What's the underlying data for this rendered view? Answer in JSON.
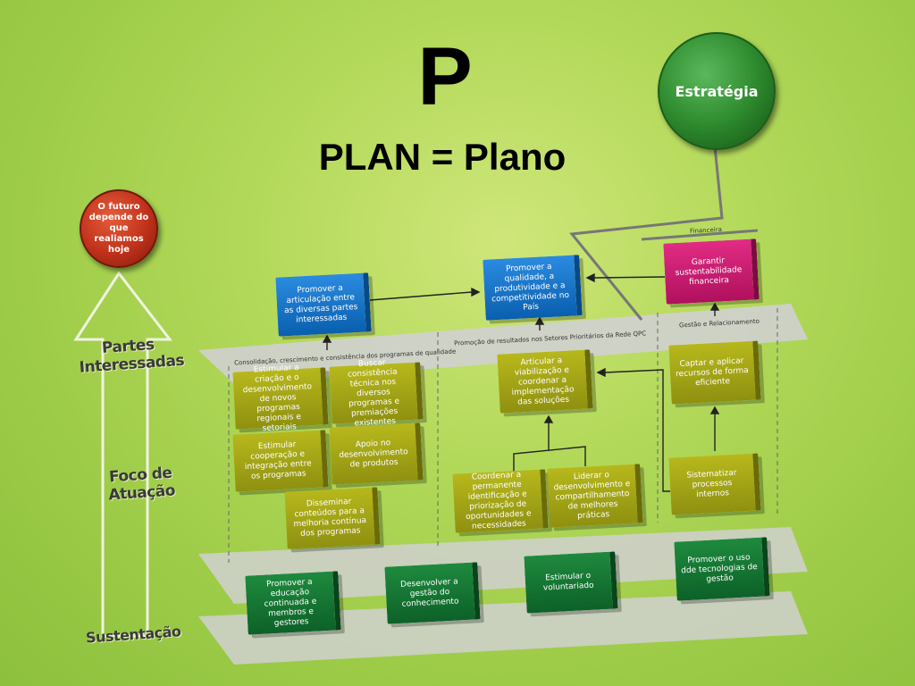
{
  "title": {
    "letter": "P",
    "subtitle": "PLAN = Plano"
  },
  "strategy_circle": {
    "label": "Estratégia",
    "color": "#2e8b2e"
  },
  "future_circle": {
    "label": "O futuro depende do que realiamos hoje",
    "color": "#c0311a"
  },
  "side_labels": {
    "stakeholders": "Partes Interessadas",
    "focus": "Foco de Atuação",
    "sustain": "Sustentação"
  },
  "band_labels": {
    "financial": "Financeira",
    "consolidation": "Consolidação, crescimento e consistência dos programas de qualidade",
    "promotion": "Promoção de resultados nos Setores Prioritários da Rede QPC",
    "management": "Gestão e Relacionamento"
  },
  "boxes": {
    "articulation": "Promover a articulação entre as diversas partes interessadas",
    "quality": "Promover a qualidade, a produtividade e a competitividade no País",
    "financial": "Garantir sustentabilidade financeira",
    "stimulate_creation": "Estimular a criação e o desenvolvimento de novos programas regionais e setoriais",
    "consistency": "Buscar consistência técnica nos diversos programas e premiações existentes",
    "cooperation": "Estimular cooperação e integração entre os programas",
    "product_support": "Apoio no desenvolvimento de produtos",
    "disseminate": "Disseminar conteúdos para a melhoria contínua dos programas",
    "viability": "Articular a viabilização e coordenar a implementação das soluções",
    "capture": "Captar e aplicar recursos de forma eficiente",
    "coordinate": "Coordenar a permanente identificação e priorização de oportunidades e necessidades",
    "lead": "Liderar o desenvolvimento e compartilhamento de melhores práticas",
    "systematize": "Sistematizar processos internos",
    "education": "Promover a educação continuada e membros e gestores",
    "knowledge": "Desenvolver a gestão do conhecimento",
    "volunteer": "Estimular o voluntariado",
    "technology": "Promover o uso dde tecnologias de gestão"
  },
  "colors": {
    "blue": "#0a5fae",
    "magenta": "#b0105e",
    "olive": "#8f9010",
    "green": "#0d6128",
    "plane": "#c8c8c8"
  }
}
